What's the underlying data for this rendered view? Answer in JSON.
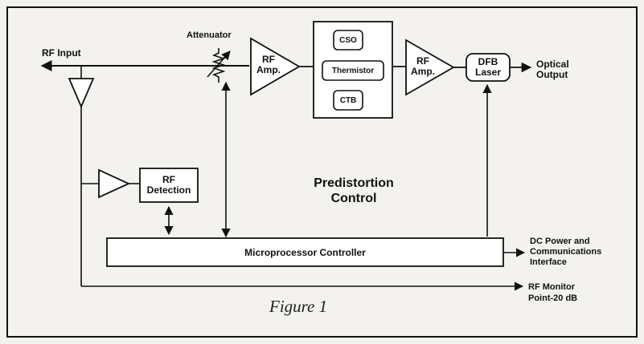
{
  "labels": {
    "rf_input": "RF Input",
    "attenuator": "Attenuator",
    "rf_amp_1_line1": "RF",
    "rf_amp_1_line2": "Amp.",
    "cso": "CSO",
    "thermistor": "Thermistor",
    "ctb": "CTB",
    "rf_amp_2_line1": "RF",
    "rf_amp_2_line2": "Amp.",
    "dfb_line1": "DFB",
    "dfb_line2": "Laser",
    "optical_line1": "Optical",
    "optical_line2": "Output",
    "rf_detection_line1": "RF",
    "rf_detection_line2": "Detection",
    "predistortion_line1": "Predistortion",
    "predistortion_line2": "Control",
    "microprocessor": "Microprocessor Controller",
    "dc_line1": "DC Power and",
    "dc_line2": "Communications",
    "dc_line3": "Interface",
    "rf_monitor_line1": "RF Monitor",
    "rf_monitor_line2": "Point-20 dB",
    "caption": "Figure 1"
  },
  "colors": {
    "background": "#f3f2ee",
    "line": "#111111",
    "box_fill": "#ffffff"
  }
}
